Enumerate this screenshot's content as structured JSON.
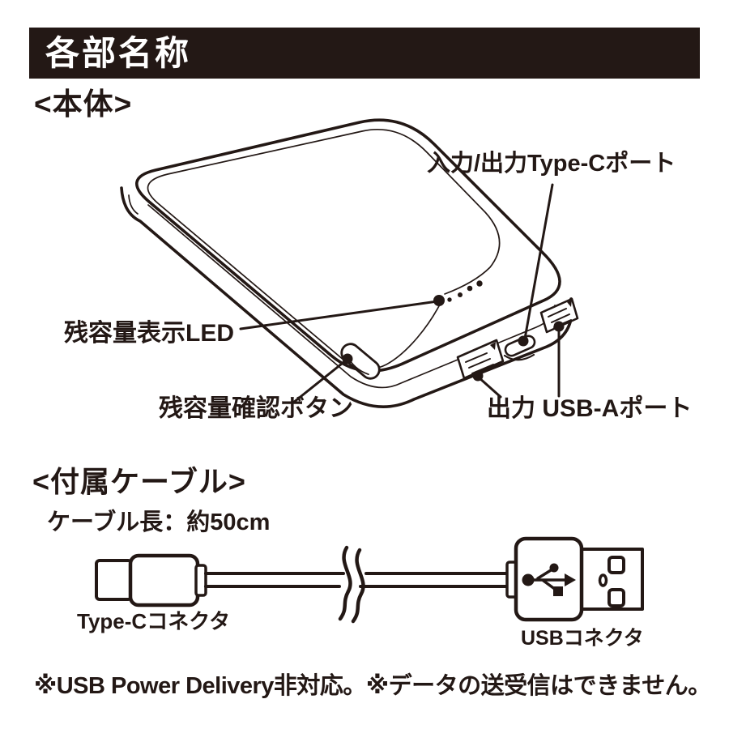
{
  "colors": {
    "ink": "#231815",
    "paper": "#ffffff",
    "header_bg": "#231815",
    "header_text": "#ffffff"
  },
  "header": {
    "title": "各部名称"
  },
  "body_section": {
    "title": "<本体>",
    "labels": {
      "type_c_port": "入力/出力Type-Cポート",
      "led": "残容量表示LED",
      "check_button": "残容量確認ボタン",
      "usb_a_port": "出力 USB-Aポート"
    },
    "features": {
      "led_dot_count": 4,
      "usb_a_port_count": 2,
      "type_c_port_count": 1
    }
  },
  "cable_section": {
    "title": "<付属ケーブル>",
    "cable_length": "ケーブル長：約50cm",
    "labels": {
      "type_c_connector": "Type-Cコネクタ",
      "usb_connector": "USBコネクタ"
    },
    "icons": {
      "usb_logo": "usb-trident-icon"
    }
  },
  "footnote": "※USB Power Delivery非対応。※データの送受信はできません。"
}
